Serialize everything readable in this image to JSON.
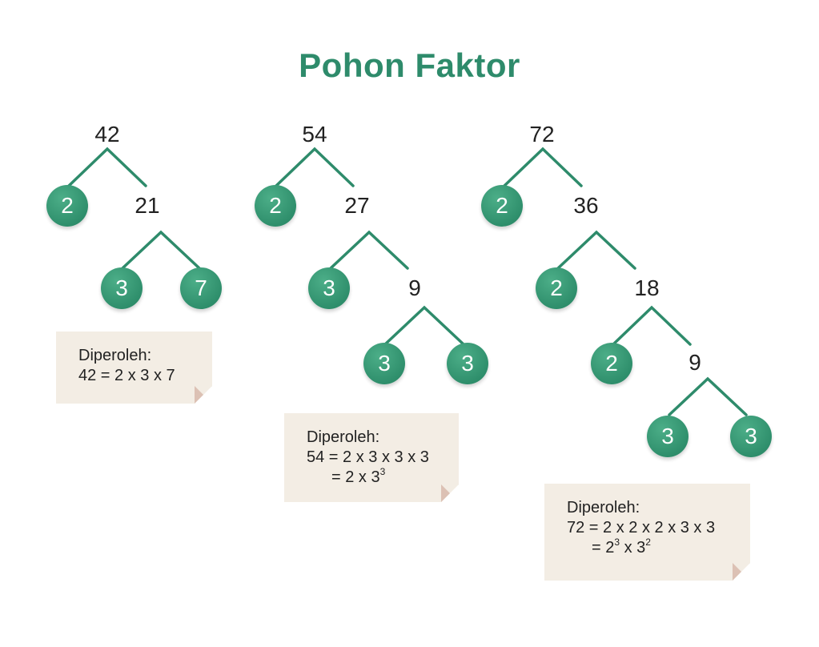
{
  "title": "Pohon Faktor",
  "colors": {
    "accent": "#2e8b6b",
    "circle": "#3a9d78",
    "note_bg": "#f3ede4",
    "note_fold": "#dcc1b4",
    "text": "#222222"
  },
  "trees": [
    {
      "root": "42",
      "nodes": [
        "2",
        "21",
        "3",
        "7"
      ]
    },
    {
      "root": "54",
      "nodes": [
        "2",
        "27",
        "3",
        "9",
        "3",
        "3"
      ]
    },
    {
      "root": "72",
      "nodes": [
        "2",
        "36",
        "2",
        "18",
        "2",
        "9",
        "3",
        "3"
      ]
    }
  ],
  "notes": [
    {
      "heading": "Diperoleh:",
      "line1": "42 = 2 x 3 x 7"
    },
    {
      "heading": "Diperoleh:",
      "line1": "54 = 2 x 3 x 3 x 3",
      "line2_prefix": "= 2 x 3",
      "line2_exp": "3"
    },
    {
      "heading": "Diperoleh:",
      "line1": "72 = 2 x 2 x 2 x 3 x 3",
      "line2_prefix": "= 2",
      "line2_exp1": "3",
      "line2_mid": " x 3",
      "line2_exp2": "2"
    }
  ]
}
